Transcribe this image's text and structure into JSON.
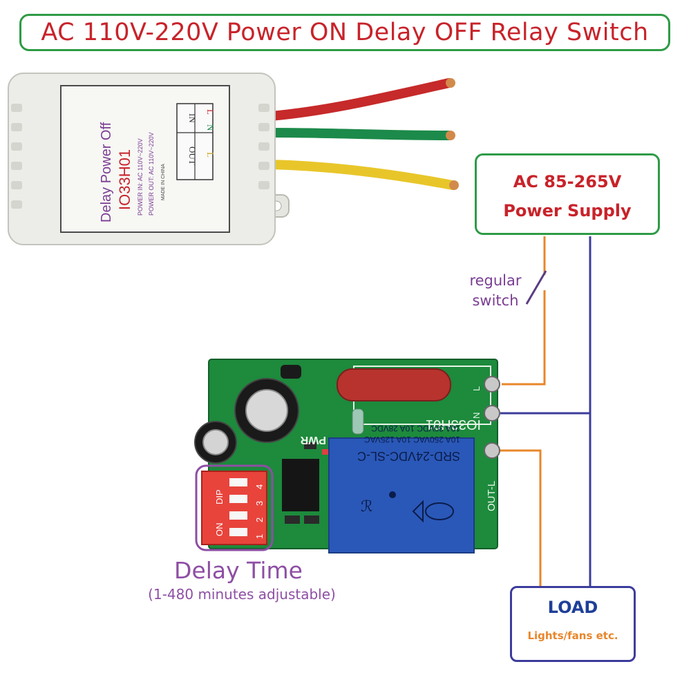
{
  "title": "AC 110V-220V Power ON Delay OFF Relay Switch",
  "enclosure": {
    "product_text": "Delay Power Off",
    "model": "IO33H01",
    "power_in": "POWER IN: AC 110V~220V",
    "power_out": "POWER OUT: AC 110V~220V",
    "made_in": "MADE IN CHINA",
    "terminal_in": "IN",
    "terminal_out": "OUT",
    "terminal_l": "L",
    "terminal_n": "N",
    "terminal_l2": "L"
  },
  "power_supply": {
    "line1": "AC 85-265V",
    "line2": "Power Supply"
  },
  "switch_label": "regular switch",
  "switch_label_line1": "regular",
  "switch_label_line2": "switch",
  "board": {
    "model": "IO33H01",
    "relay_line1": "SRD-24VDC-SL-C",
    "relay_line2": "10A 250VAC  10A 125VAC",
    "relay_line3": "10A 30VDC  10A 28VDC",
    "terminal_l": "L",
    "terminal_n": "N",
    "terminal_out": "OUT-L",
    "pwr": "PWR",
    "dip_label": "DIP",
    "dip_on": "ON",
    "dip_numbers": [
      "1",
      "2",
      "3",
      "4"
    ]
  },
  "delay": {
    "title": "Delay Time",
    "subtitle": "(1-480 minutes adjustable)"
  },
  "load": {
    "title": "LOAD",
    "subtitle": "Lights/fans etc."
  },
  "colors": {
    "title_red": "#c8232a",
    "box_green": "#2e9b46",
    "wire_orange": "#e8862a",
    "wire_blue": "#3c3c9c",
    "purple": "#8e4ea4",
    "pcb_green": "#1d8a3c"
  }
}
